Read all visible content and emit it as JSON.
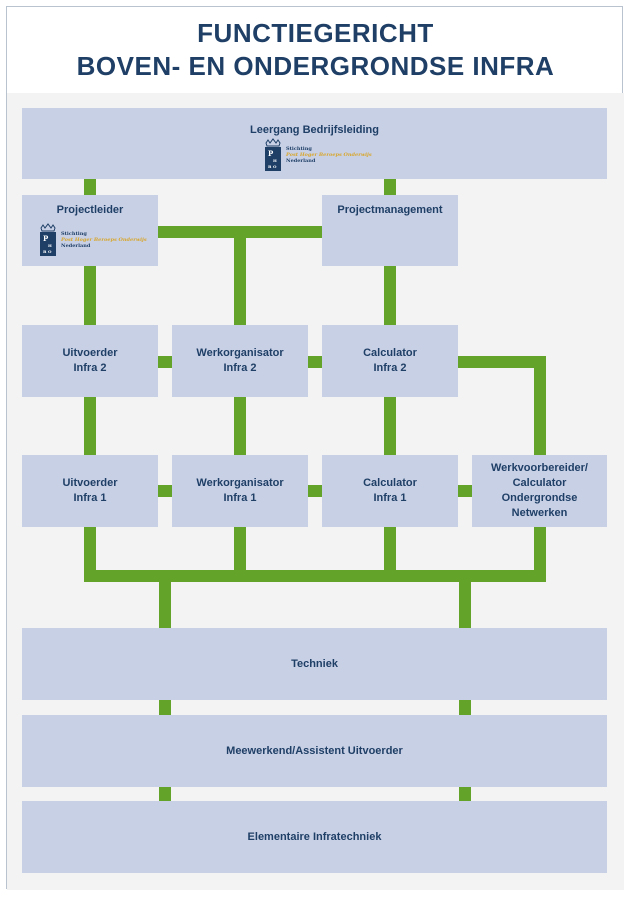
{
  "title": {
    "line1": "FUNCTIEGERICHT",
    "line2": "BOVEN- EN ONDERGRONDSE INFRA"
  },
  "logo": {
    "line1": "Stichting",
    "line2": "Post Hoger Beroeps Onderwijs",
    "line3": "Nederland",
    "letters": "PHBO"
  },
  "boxes": {
    "leergang": "Leergang Bedrijfsleiding",
    "projectleider": "Projectleider",
    "projectmanagement": "Projectmanagement",
    "uitvoerder2": [
      "Uitvoerder",
      "Infra 2"
    ],
    "werkorganisator2": [
      "Werkorganisator",
      "Infra 2"
    ],
    "calculator2": [
      "Calculator",
      "Infra 2"
    ],
    "uitvoerder1": [
      "Uitvoerder",
      "Infra 1"
    ],
    "werkorganisator1": [
      "Werkorganisator",
      "Infra 1"
    ],
    "calculator1": [
      "Calculator",
      "Infra 1"
    ],
    "werkvoorbereider": [
      "Werkvoorbereider/",
      "Calculator",
      "Ondergrondse",
      "Netwerken"
    ],
    "techniek": "Techniek",
    "meewerkend": "Meewerkend/Assistent Uitvoerder",
    "elementaire": "Elementaire Infratechniek"
  },
  "colors": {
    "title": "#1f3f66",
    "box": "#c8d0e6",
    "connector": "#64a32a",
    "background": "#f3f3f3"
  }
}
